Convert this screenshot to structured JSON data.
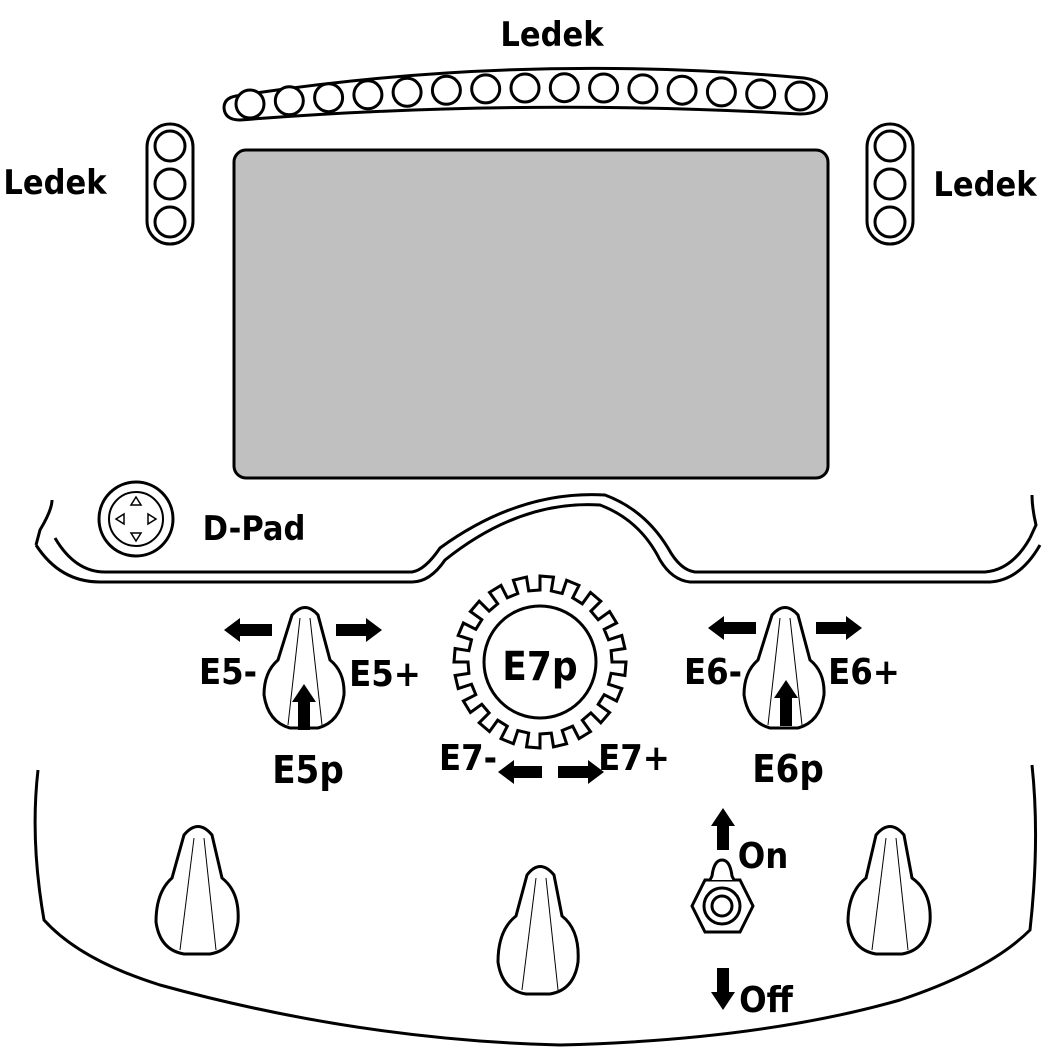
{
  "labels": {
    "led_top": "Ledek",
    "led_left": "Ledek",
    "led_right": "Ledek",
    "dpad": "D-Pad",
    "e5_minus": "E5-",
    "e5_plus": "E5+",
    "e5_press": "E5p",
    "e6_minus": "E6-",
    "e6_plus": "E6+",
    "e6_press": "E6p",
    "e7_press": "E7p",
    "e7_minus": "E7-",
    "e7_plus": "E7+",
    "switch_on": "On",
    "switch_off": "Off"
  },
  "colors": {
    "screen": "#c0c0c0",
    "outline": "#000000",
    "fill": "#ffffff"
  },
  "led_bar": {
    "top_count": 15,
    "side_count": 3
  }
}
